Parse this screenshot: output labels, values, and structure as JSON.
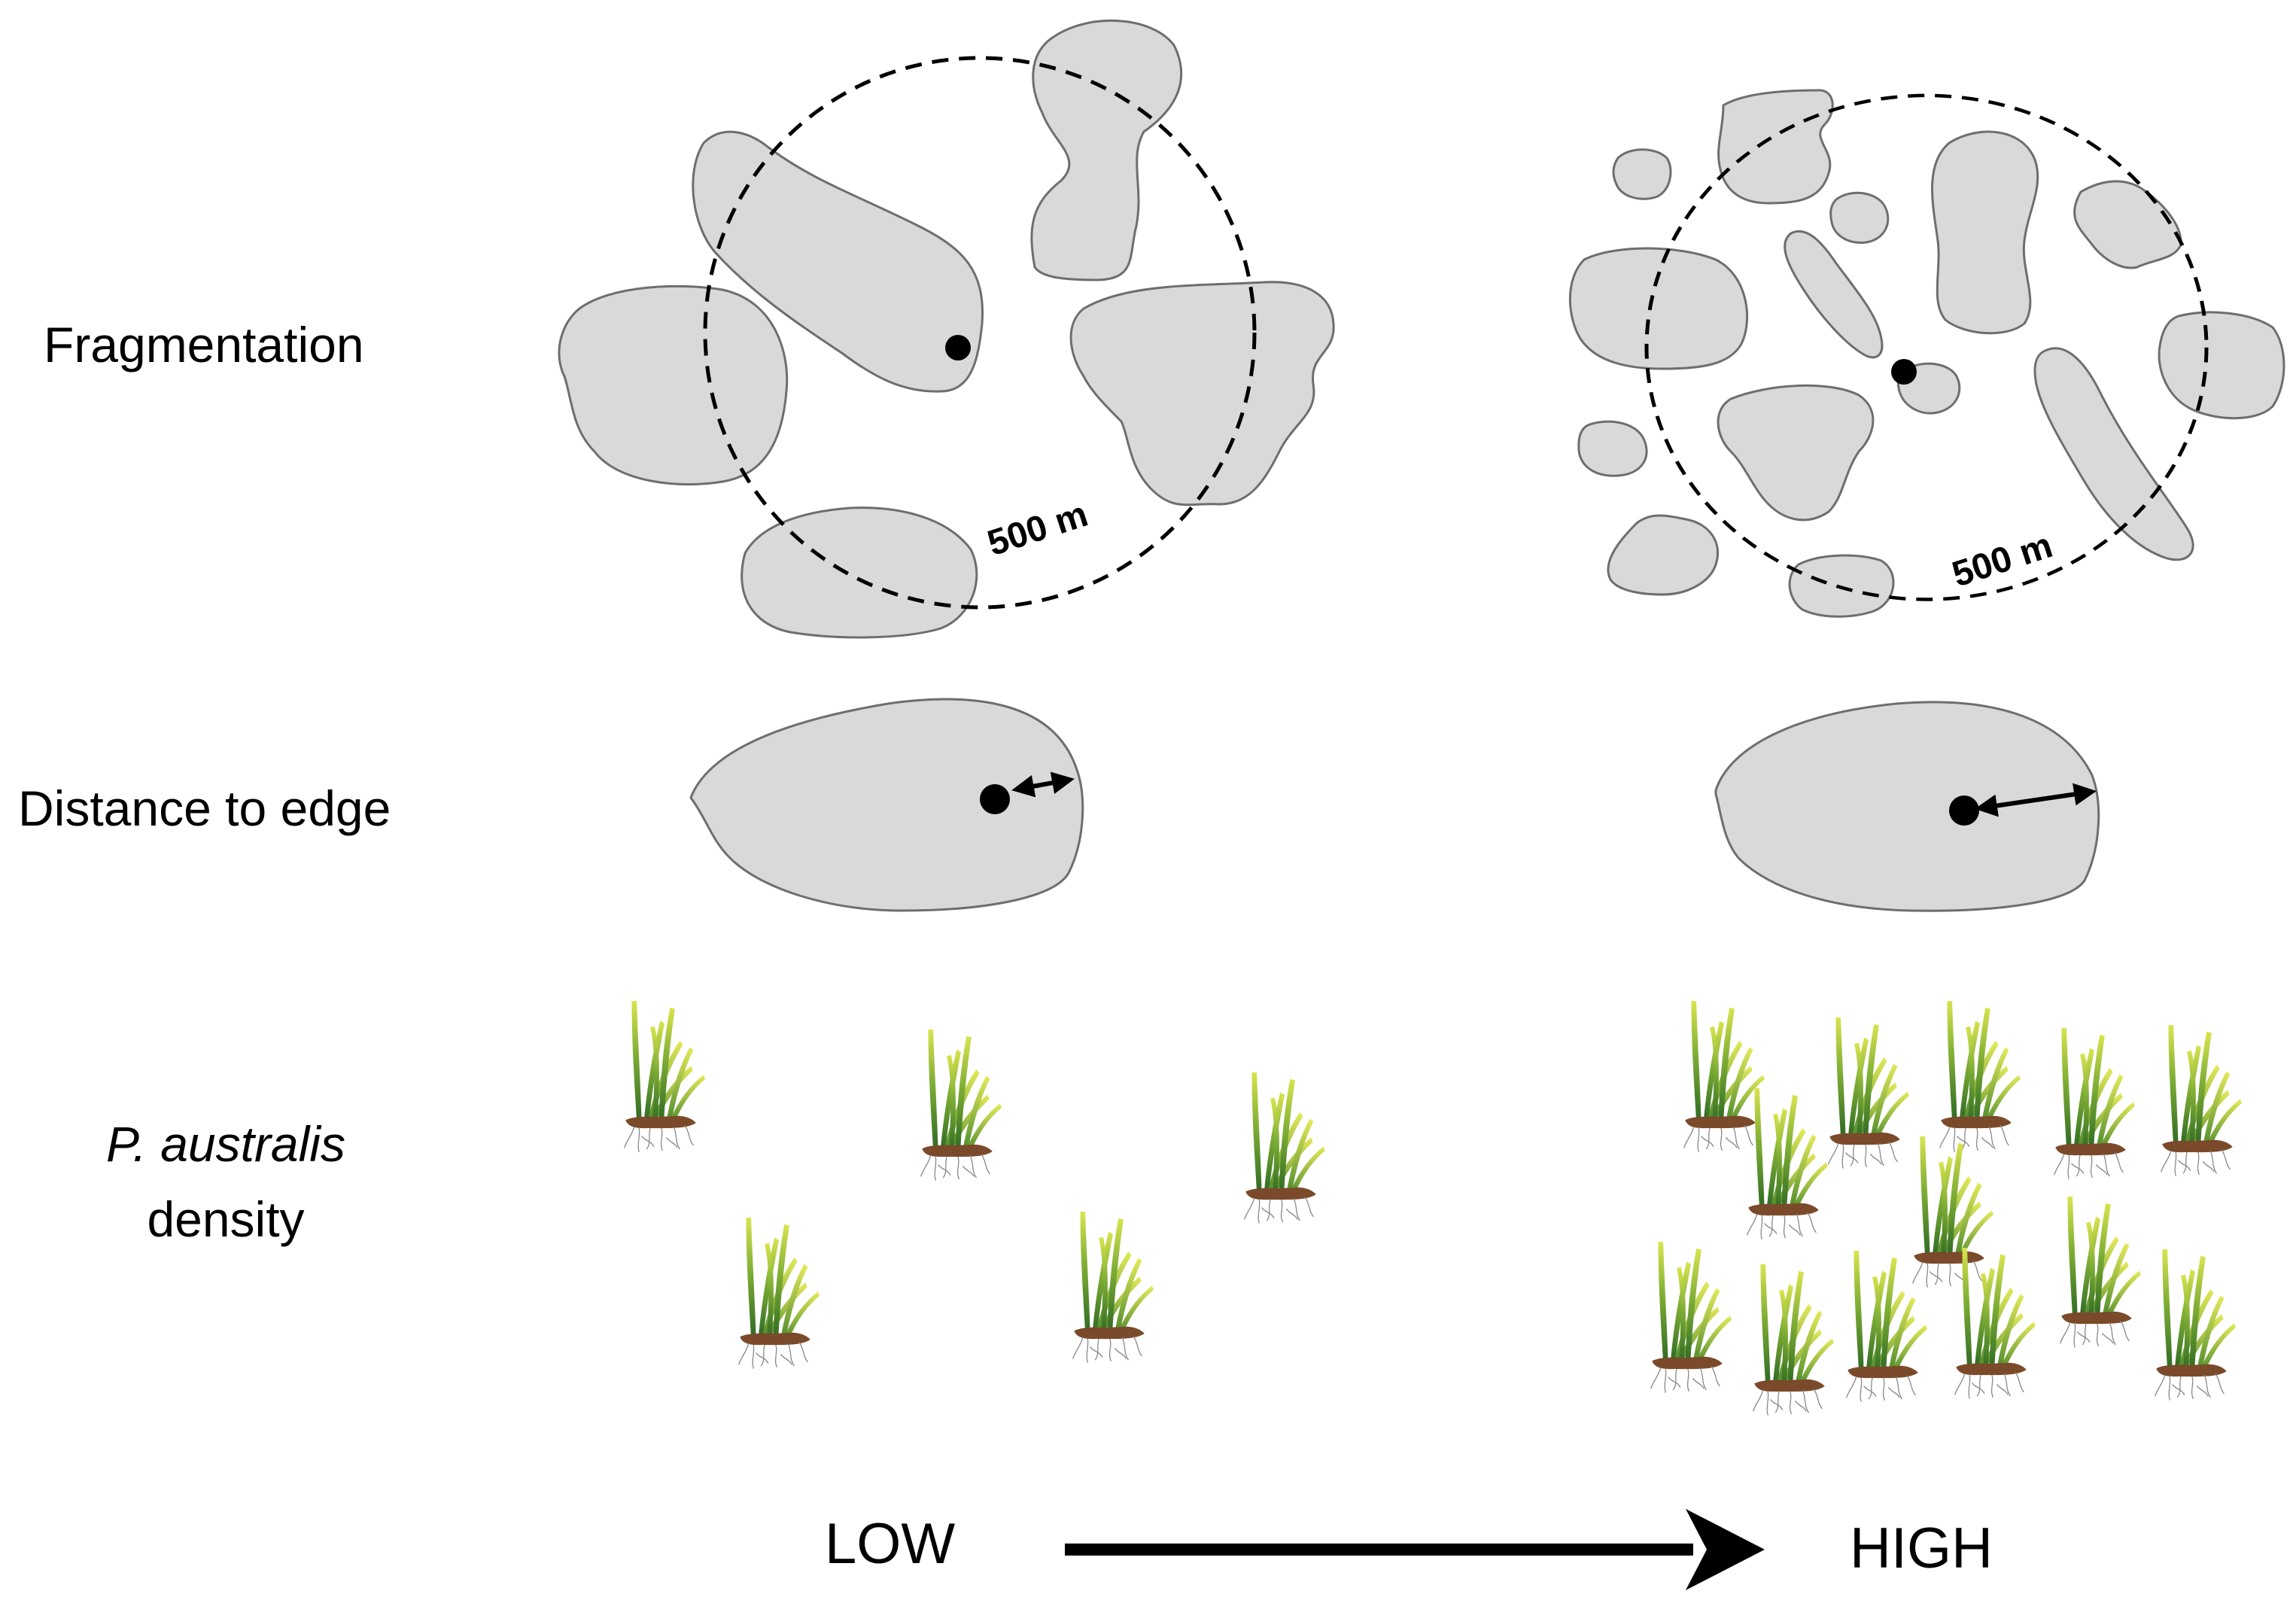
{
  "rows": {
    "fragmentation": {
      "label": "Fragmentation"
    },
    "distance": {
      "label": "Distance to edge"
    },
    "density": {
      "label_species": "P. australis",
      "label_rest": "density"
    }
  },
  "radius_label": "500 m",
  "scale": {
    "low": "LOW",
    "high": "HIGH"
  },
  "colors": {
    "patch_fill": "#d9d9d9",
    "patch_stroke": "#6e6e6e",
    "reed_light": "#c9dc4a",
    "reed_dark": "#3f7d2a",
    "rhizome": "#7a4a2a"
  },
  "icons": {
    "reed": "reed-plant-icon",
    "sample_point": "sample-point-icon"
  }
}
